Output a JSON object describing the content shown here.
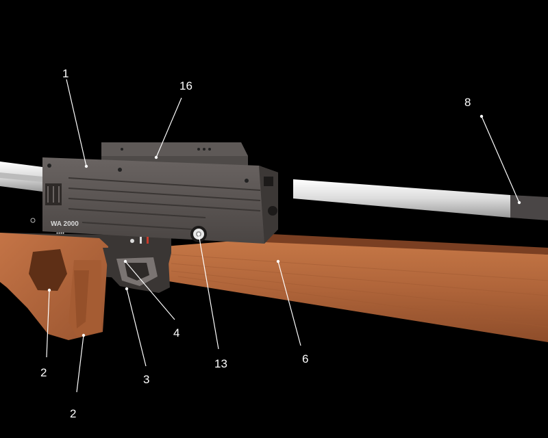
{
  "receiver": {
    "model_text": "WA 2000",
    "serial_dots": "●●●●"
  },
  "callouts": [
    {
      "id": "1",
      "label": "1"
    },
    {
      "id": "16",
      "label": "16"
    },
    {
      "id": "8",
      "label": "8"
    },
    {
      "id": "2a",
      "label": "2"
    },
    {
      "id": "2b",
      "label": "2"
    },
    {
      "id": "3",
      "label": "3"
    },
    {
      "id": "4",
      "label": "4"
    },
    {
      "id": "13",
      "label": "13"
    },
    {
      "id": "6",
      "label": "6"
    }
  ],
  "colors": {
    "background": "#000000",
    "receiver": "#5a5553",
    "receiver_dark": "#3c3836",
    "wood": "#b86a3e",
    "wood_dark": "#8e4d2a",
    "rail_white": "#f2f2f2",
    "label": "#ffffff"
  }
}
